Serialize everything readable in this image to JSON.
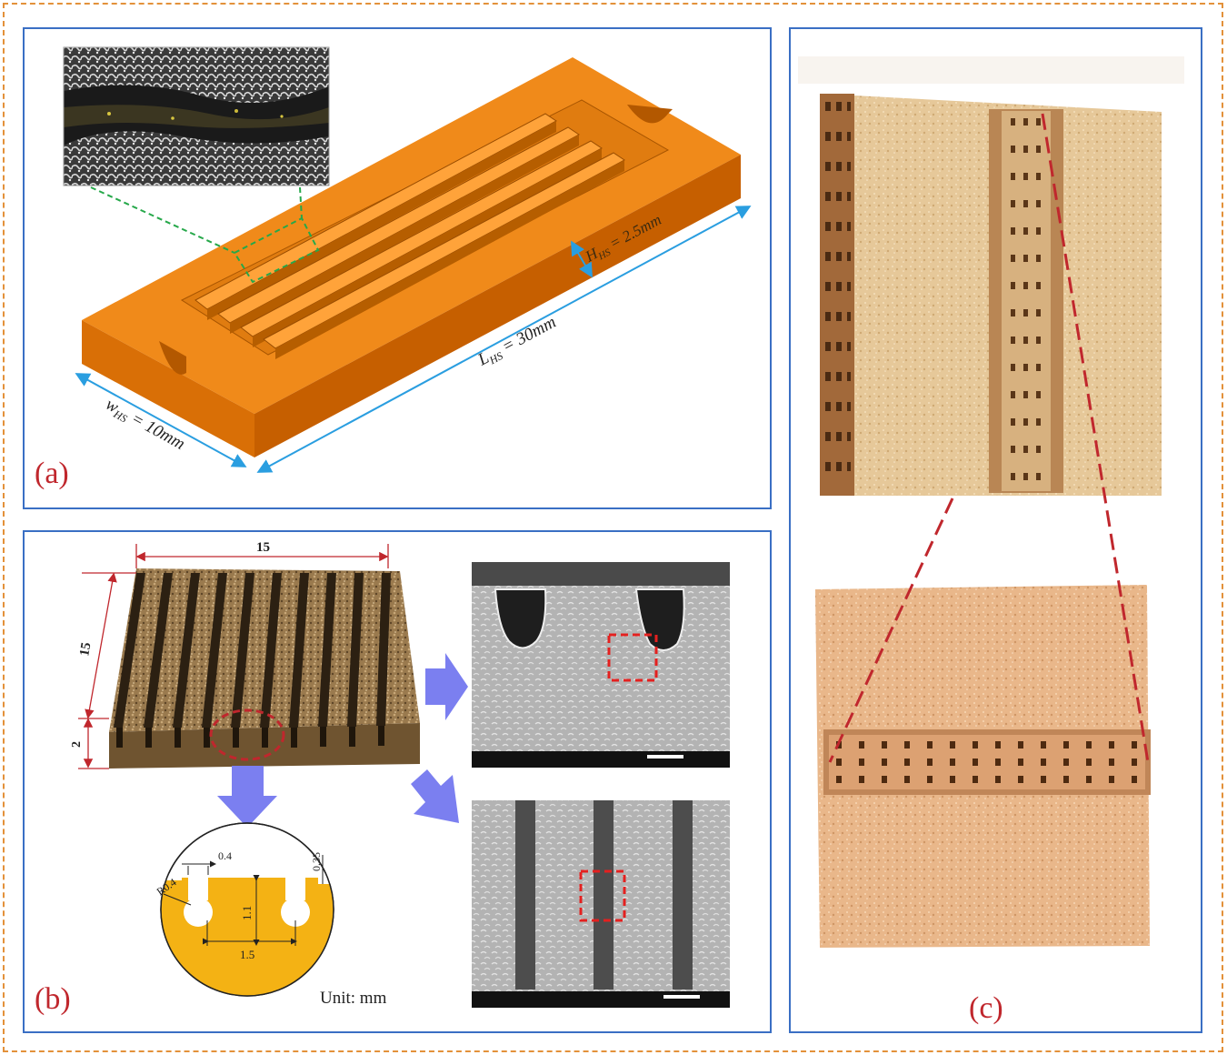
{
  "panel_a": {
    "label": "(a)",
    "dim_w": "w",
    "dim_w_sub": "HS",
    "dim_w_val": " = 10mm",
    "dim_l": "L",
    "dim_l_sub": "HS",
    "dim_l_val": " = 30mm",
    "dim_h": "H",
    "dim_h_sub": "HS",
    "dim_h_val": " = 2.5mm"
  },
  "panel_b": {
    "label": "(b)",
    "dim_top": "15",
    "dim_side": "15",
    "dim_base": "2",
    "detail_04": "0.4",
    "detail_035": "0.35",
    "detail_r04": "R0.4",
    "detail_11": "1.1",
    "detail_15": "1.5",
    "unit": "Unit: mm"
  },
  "panel_c": {
    "label": "(c)"
  },
  "colors": {
    "border_blue": "#3a6fc4",
    "dashed_orange": "#e3913a",
    "copper_orange": "#f08a1a",
    "label_red": "#c0272d",
    "arrow_violet": "#7b7ff0"
  }
}
